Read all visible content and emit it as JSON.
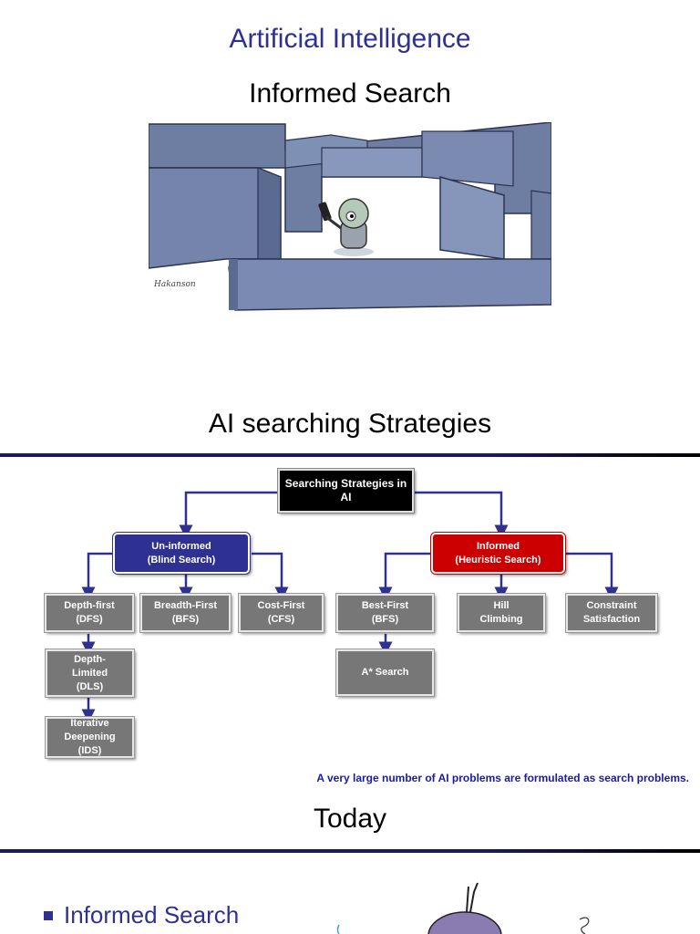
{
  "slide1": {
    "title": "Artificial Intelligence",
    "subtitle": "Informed Search"
  },
  "slide2": {
    "heading": "AI searching Strategies",
    "diagram": {
      "root": "Searching Strategies in AI",
      "uninformed": "Un-informed\n(Blind Search)",
      "informed": "Informed\n(Heuristic Search)",
      "dfs": "Depth-first\n(DFS)",
      "bfs_breadth": "Breadth-First\n(BFS)",
      "cfs": "Cost-First\n(CFS)",
      "dls": "Depth-\nLimited\n(DLS)",
      "ids": "Iterative\nDeepening\n(IDS)",
      "best_first": "Best-First\n(BFS)",
      "a_star": "A* Search",
      "hill": "Hill\nClimbing",
      "constraint": "Constraint\nSatisfaction"
    },
    "note": "A very large number of AI problems are formulated as search problems."
  },
  "slide3": {
    "heading": "Today",
    "bullet": "Informed Search"
  },
  "colors": {
    "title_blue": "#2e3192",
    "uninformed_blue": "#2e3192",
    "informed_red": "#cc0000",
    "leaf_gray": "#777777",
    "note_blue": "#1a1aa8"
  }
}
